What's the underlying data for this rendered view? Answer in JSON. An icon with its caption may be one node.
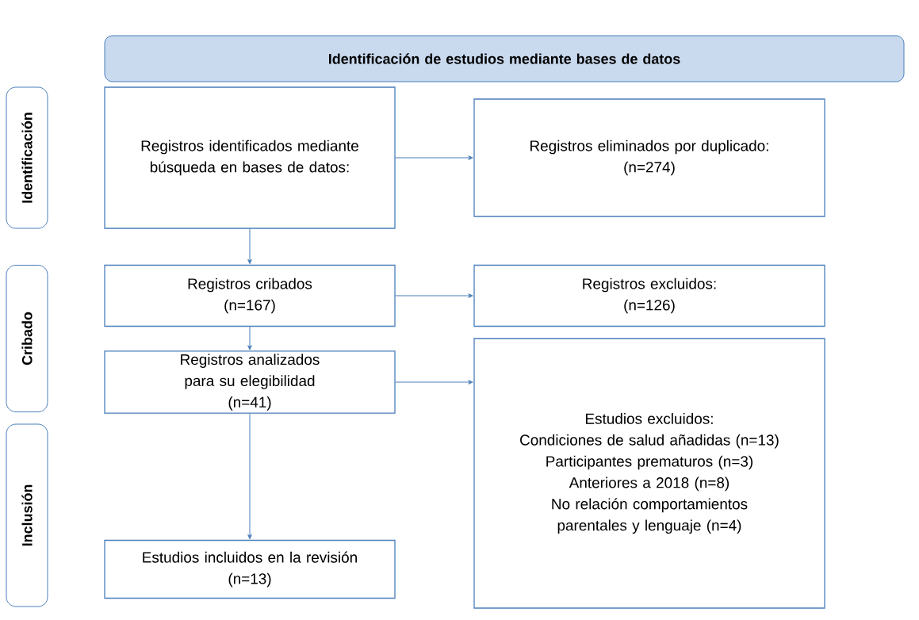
{
  "diagram": {
    "nodes": [
      {
        "text": [
          "Identificación de estudios mediante bases de datos"
        ]
      },
      {
        "text": [
          "Identificación"
        ]
      },
      {
        "text": [
          "Cribado"
        ]
      },
      {
        "text": [
          "Inclusión"
        ]
      },
      {
        "text": [
          "Registros identificados mediante búsqueda en bases de datos:"
        ]
      },
      {
        "text": [
          "Registros eliminados por duplicado:",
          "(n=274)"
        ]
      },
      {
        "text": [
          "Registros cribados",
          "(n=167)"
        ]
      },
      {
        "text": [
          "Registros excluidos:",
          "(n=126)"
        ]
      },
      {
        "text": [
          "Registros analizados para su elegibilidad",
          "(n=41)"
        ]
      },
      {
        "text": [
          "Estudios excluidos:",
          "Condiciones de salud añadidas (n=13)",
          "Participantes prematuros (n=3)",
          "Anteriores a 2018 (n=8)",
          "No relación comportamientos parentales y lenguaje (n=4)"
        ]
      },
      {
        "text": [
          "Estudios incluidos en la revisión",
          "(n=13)"
        ]
      }
    ],
    "edges": [
      {
        "from": 4,
        "to": 5,
        "arrow": "to"
      },
      {
        "from": 4,
        "to": 6,
        "arrow": "to"
      },
      {
        "from": 6,
        "to": 7,
        "arrow": "to"
      },
      {
        "from": 6,
        "to": 8,
        "arrow": "to"
      },
      {
        "from": 8,
        "to": 9,
        "arrow": "to"
      },
      {
        "from": 8,
        "to": 10,
        "arrow": "to"
      }
    ]
  }
}
